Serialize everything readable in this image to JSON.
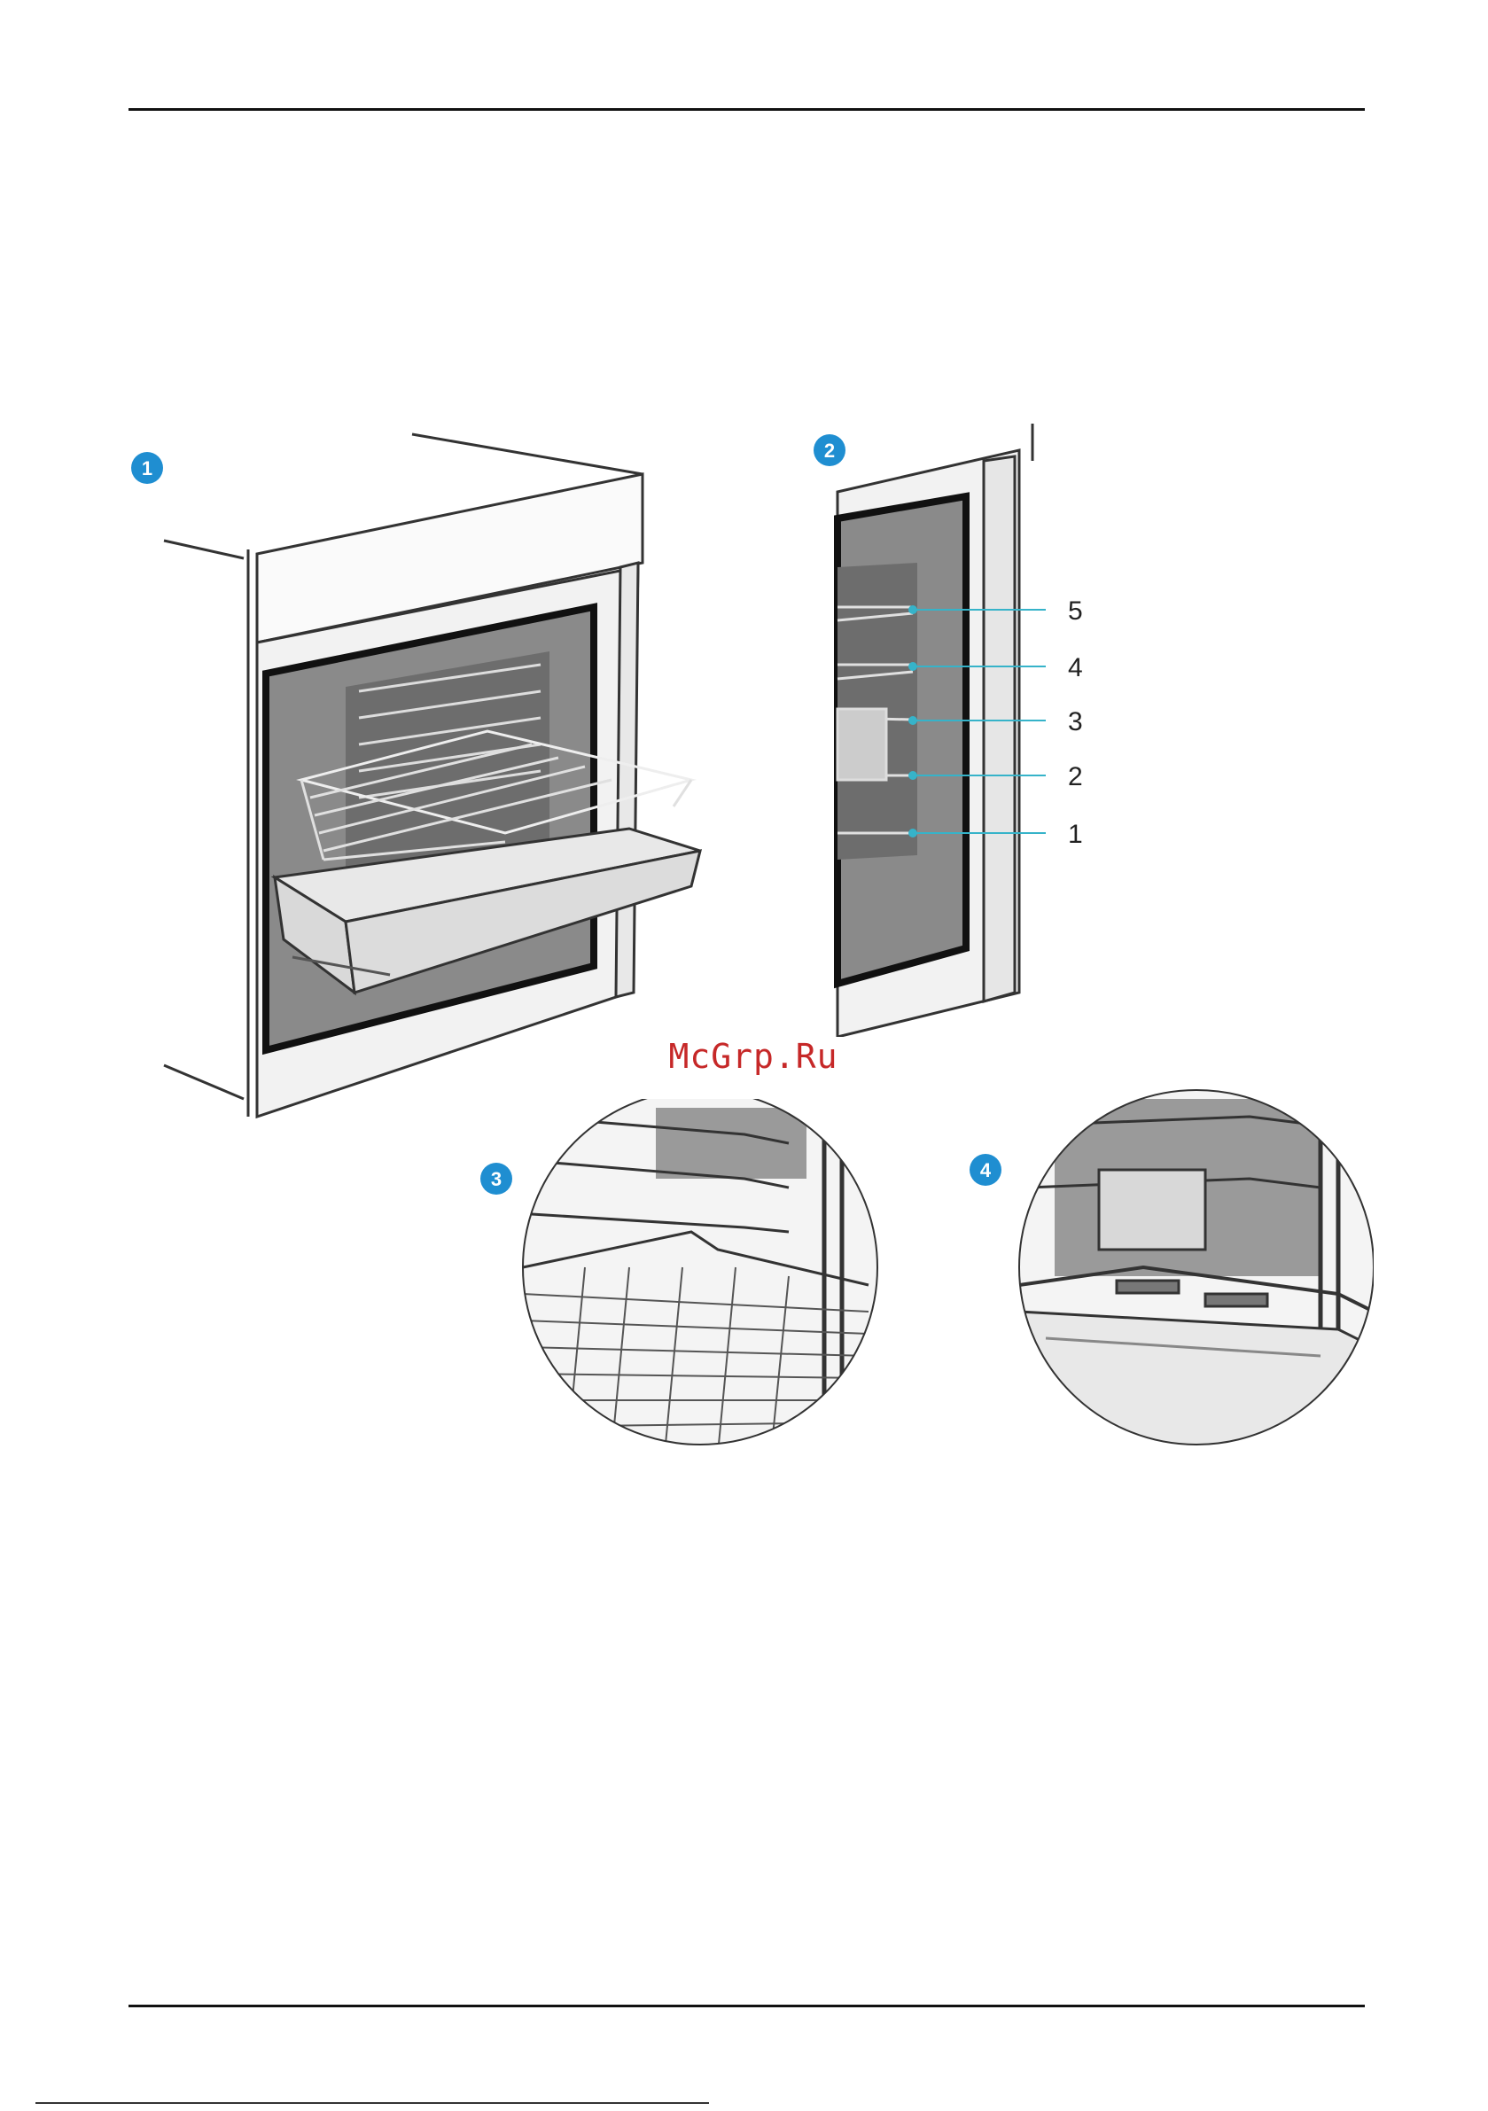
{
  "figures": {
    "fig1": {
      "badge": "1",
      "icon": "oven-with-rack-and-tray"
    },
    "fig2": {
      "badge": "2",
      "icon": "shelf-levels-side-view",
      "levels": [
        "5",
        "4",
        "3",
        "2",
        "1"
      ]
    },
    "fig3": {
      "badge": "3",
      "icon": "rack-stop-detail"
    },
    "fig4": {
      "badge": "4",
      "icon": "tray-guide-detail"
    }
  },
  "watermark": "McGrp.Ru",
  "colors": {
    "badge": "#1f8ed1",
    "leader": "#36b3c9",
    "watermark": "#c62828"
  }
}
